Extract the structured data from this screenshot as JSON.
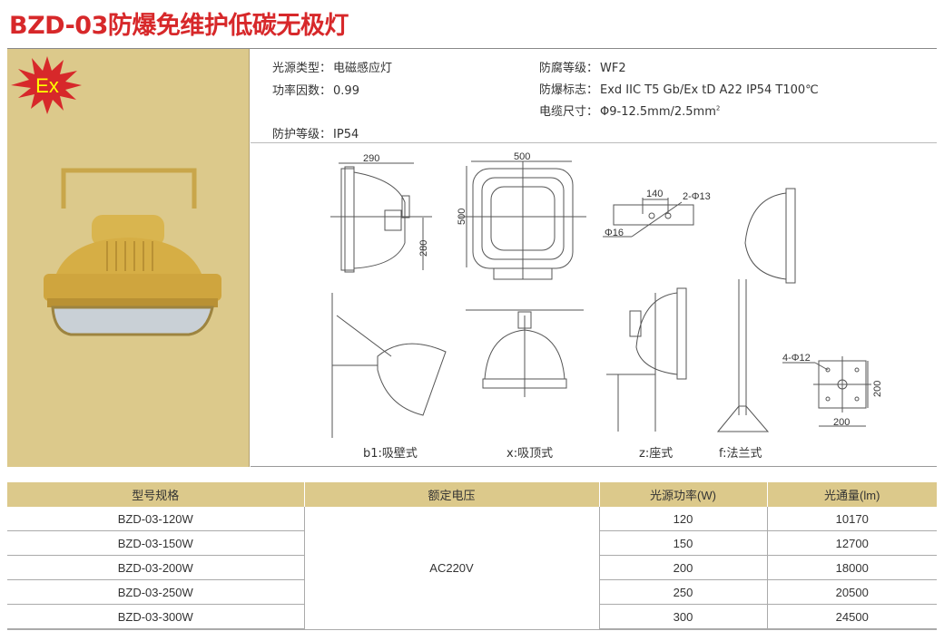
{
  "title": "BZD-03防爆免维护低碳无极灯",
  "ex_badge": "Ex",
  "colors": {
    "title": "#d7282a",
    "panel": "#dcc98b",
    "badge_star": "#d7282a",
    "badge_text": "#ffff00"
  },
  "specs": {
    "light_source": {
      "label": "光源类型：",
      "value": "电磁感应灯"
    },
    "power_factor": {
      "label": "功率因数：",
      "value": "0.99"
    },
    "protection": {
      "label": "防护等级：",
      "value": "IP54"
    },
    "anticorrosion": {
      "label": "防腐等级：",
      "value": "WF2"
    },
    "explosion_mark": {
      "label": "防爆标志：",
      "value": "Exd IIC T5 Gb/Ex tD A22 IP54 T100℃"
    },
    "cable_size": {
      "label": "电缆尺寸：",
      "value": "Φ9-12.5mm/2.5mm",
      "sup": "2"
    }
  },
  "dimensions": {
    "side_width": "290",
    "side_height": "280",
    "front_width": "500",
    "front_height": "500",
    "bracket_spacing": "140",
    "bracket_holes": "2-Φ13",
    "bracket_center": "Φ16",
    "flange_holes": "4-Φ12",
    "flange_h": "200",
    "flange_w": "200"
  },
  "mounting": [
    "b1:吸壁式",
    "x:吸顶式",
    "z:座式",
    "f:法兰式"
  ],
  "table": {
    "headers": [
      "型号规格",
      "额定电压",
      "光源功率(W)",
      "光通量(lm)"
    ],
    "voltage": "AC220V",
    "rows": [
      {
        "model": "BZD-03-120W",
        "power": "120",
        "flux": "10170"
      },
      {
        "model": "BZD-03-150W",
        "power": "150",
        "flux": "12700"
      },
      {
        "model": "BZD-03-200W",
        "power": "200",
        "flux": "18000"
      },
      {
        "model": "BZD-03-250W",
        "power": "250",
        "flux": "20500"
      },
      {
        "model": "BZD-03-300W",
        "power": "300",
        "flux": "24500"
      }
    ]
  }
}
